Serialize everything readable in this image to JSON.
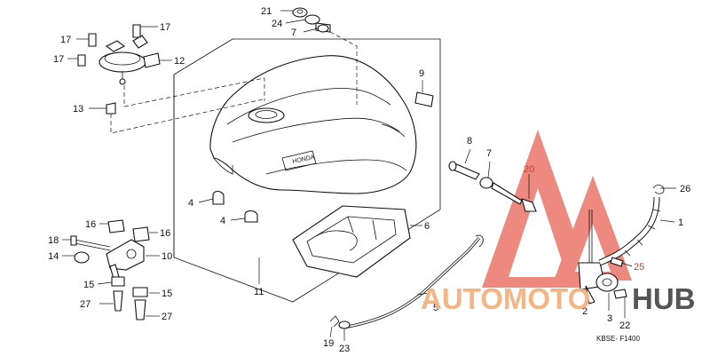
{
  "callouts": {
    "c1": "1",
    "c2": "2",
    "c3": "3",
    "c4a": "4",
    "c4b": "4",
    "c5": "5",
    "c6": "6",
    "c7a": "7",
    "c7b": "7",
    "c8": "8",
    "c9": "9",
    "c10": "10",
    "c11": "11",
    "c12": "12",
    "c13": "13",
    "c14": "14",
    "c15a": "15",
    "c15b": "15",
    "c16a": "16",
    "c16b": "16",
    "c17a": "17",
    "c17b": "17",
    "c17c": "17",
    "c18": "18",
    "c19": "19",
    "c20": "20",
    "c21": "21",
    "c22": "22",
    "c23": "23",
    "c24": "24",
    "c25": "25",
    "c26": "26",
    "c27a": "27",
    "c27b": "27"
  },
  "diagram_code": "KBSE- F1400",
  "watermark": {
    "part1": "AUTOMOTO",
    "part2": "HUB"
  },
  "tank_brand": "HONDA",
  "colors": {
    "watermark_red": "#e8695a",
    "watermark_orange": "#f4b483",
    "watermark_gray": "#555555",
    "callout_red": "#d23b2f"
  }
}
